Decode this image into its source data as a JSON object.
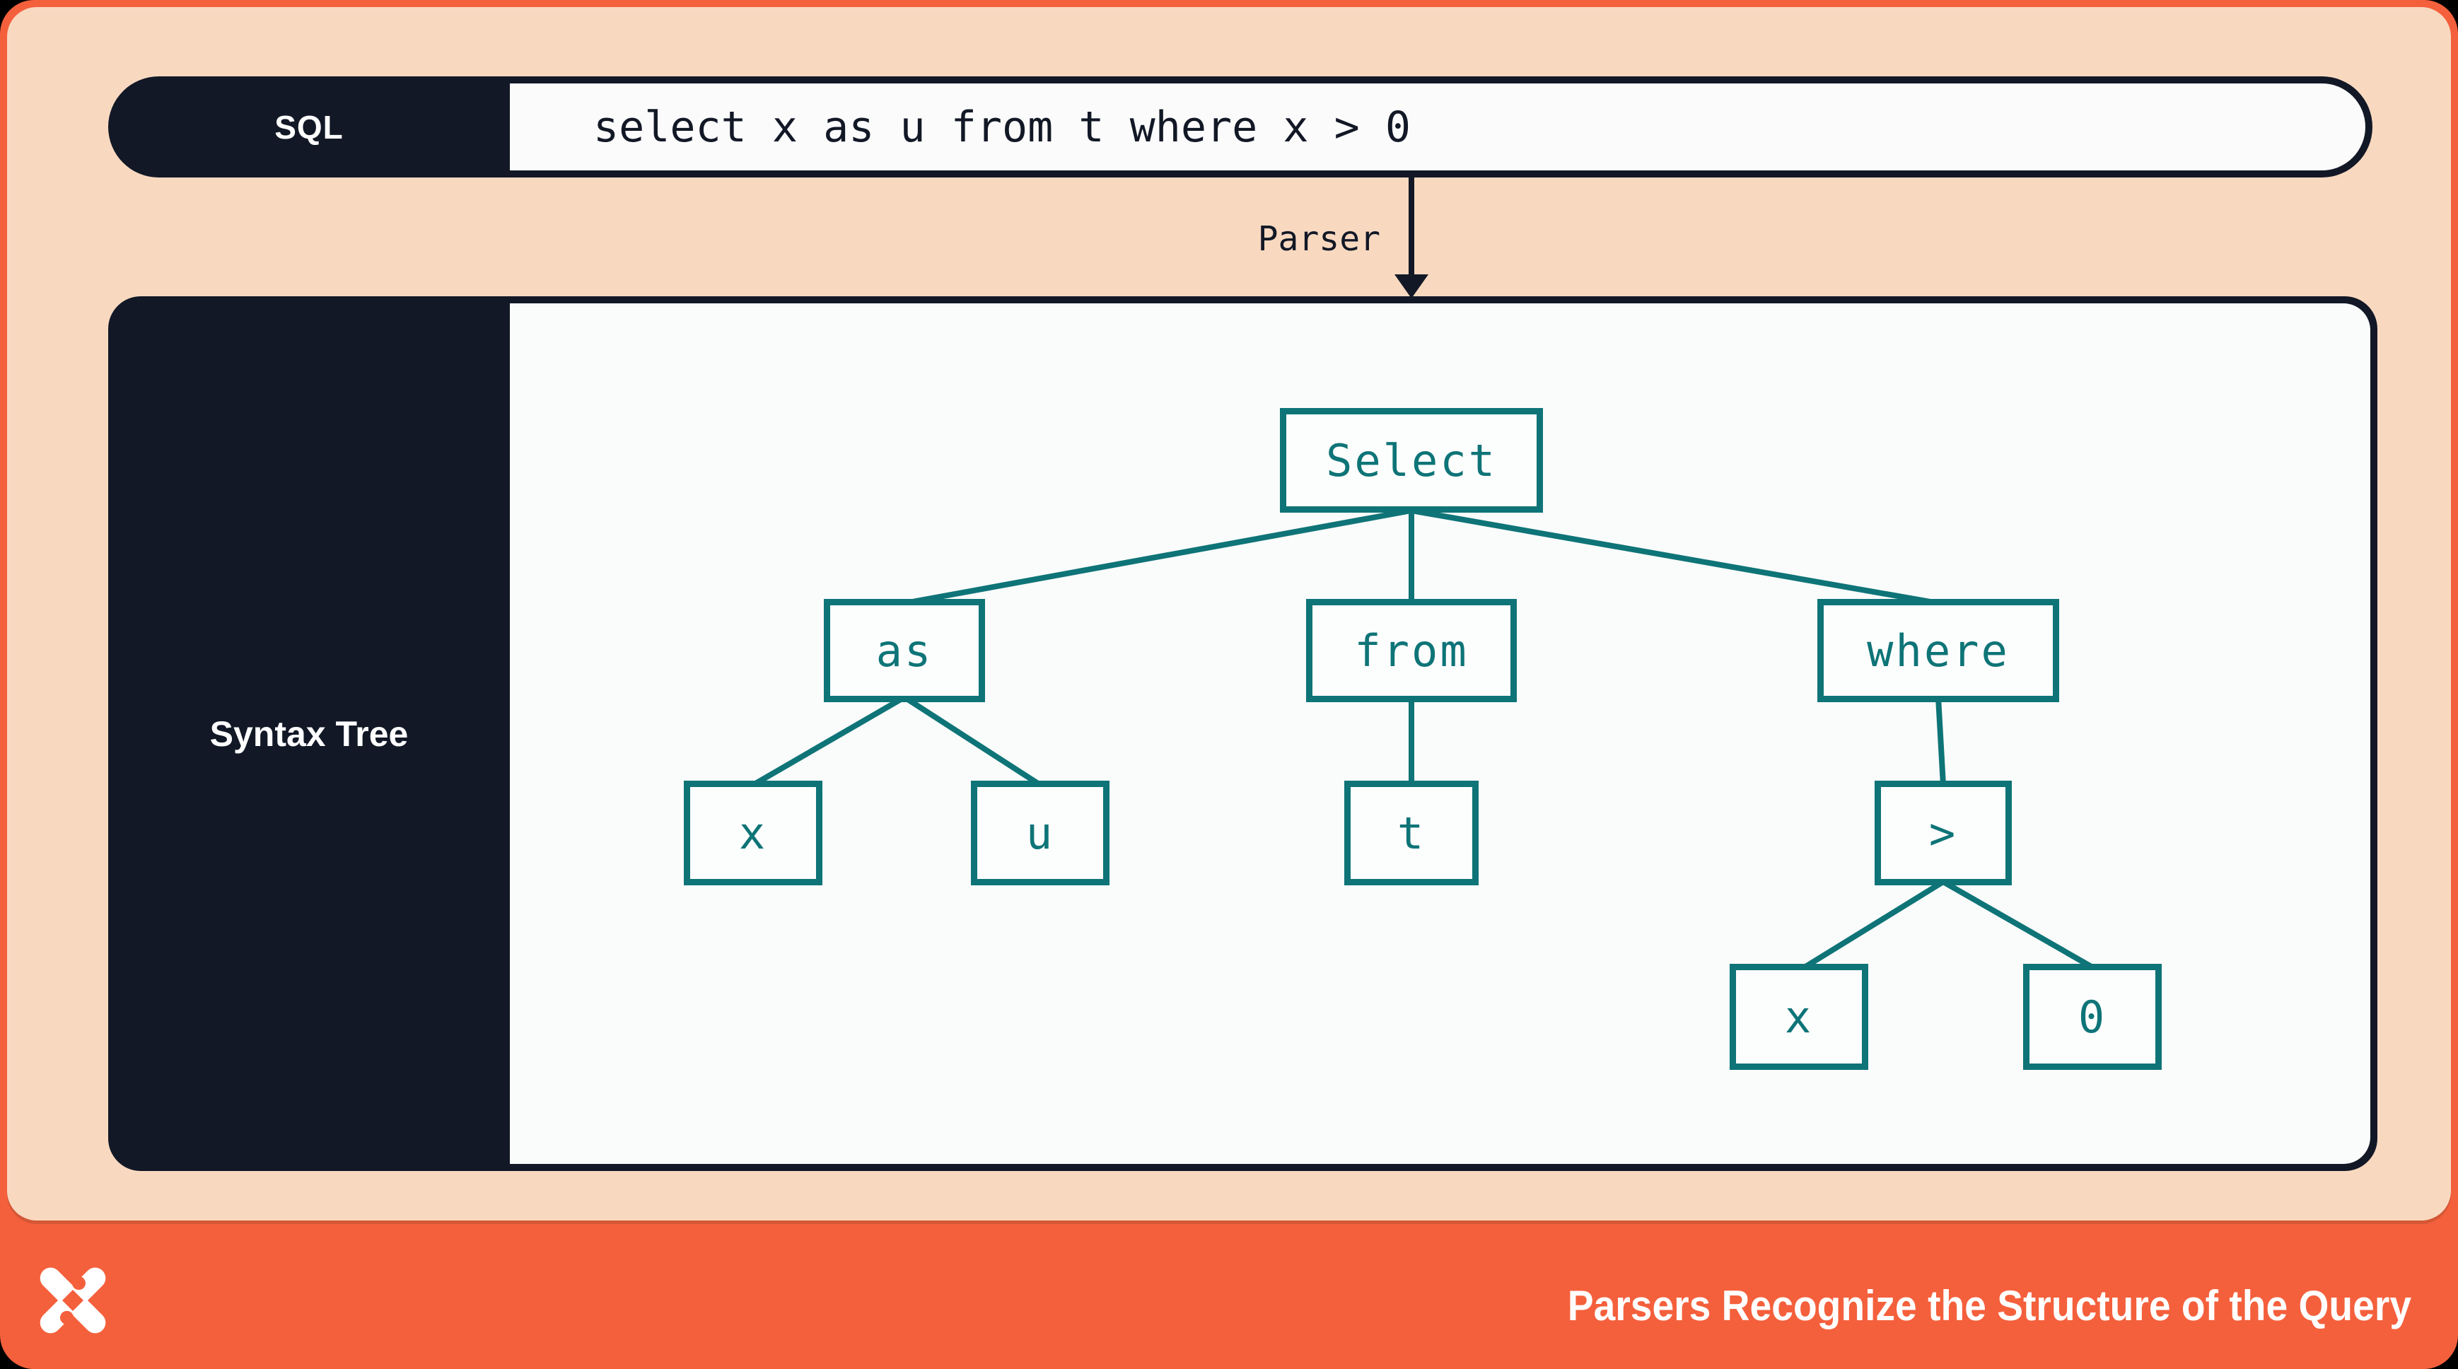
{
  "slide": {
    "sql_bar": {
      "label": "SQL",
      "query": "select x as u from t where x > 0"
    },
    "parser_arrow": {
      "label": "Parser"
    },
    "tree_panel": {
      "label": "Syntax Tree",
      "nodes": [
        {
          "id": "select",
          "label": "Select"
        },
        {
          "id": "as",
          "label": "as"
        },
        {
          "id": "from",
          "label": "from"
        },
        {
          "id": "where",
          "label": "where"
        },
        {
          "id": "x1",
          "label": "x"
        },
        {
          "id": "u",
          "label": "u"
        },
        {
          "id": "t",
          "label": "t"
        },
        {
          "id": "gt",
          "label": ">"
        },
        {
          "id": "x2",
          "label": "x"
        },
        {
          "id": "zero",
          "label": "0"
        }
      ],
      "edges": [
        [
          "select",
          "as"
        ],
        [
          "select",
          "from"
        ],
        [
          "select",
          "where"
        ],
        [
          "as",
          "x1"
        ],
        [
          "as",
          "u"
        ],
        [
          "from",
          "t"
        ],
        [
          "where",
          "gt"
        ],
        [
          "gt",
          "x2"
        ],
        [
          "gt",
          "zero"
        ]
      ]
    },
    "footer": {
      "logo_icon": "dolt-logo",
      "title": "Parsers Recognize the Structure of the Query"
    },
    "colors": {
      "coral": "#F4603C",
      "peach": "#F8D9C0",
      "navy": "#121826",
      "teal": "#0E7477",
      "panel_white": "#FAFBFB",
      "page_black": "#000000"
    }
  }
}
